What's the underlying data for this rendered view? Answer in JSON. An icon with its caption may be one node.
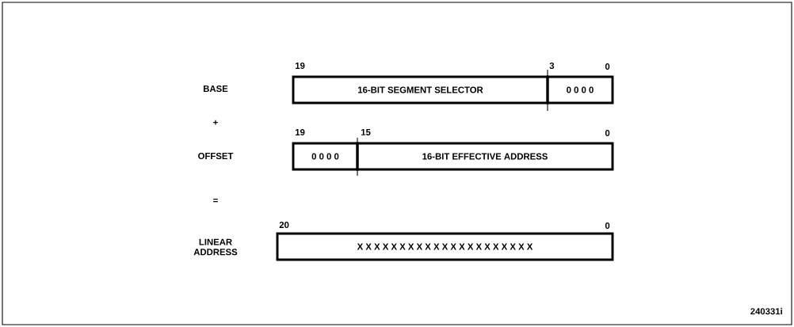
{
  "diagram": {
    "nodes": [
      {
        "text": [
          "16-BIT SEGMENT SELECTOR"
        ]
      },
      {
        "text": [
          "0 0 0 0"
        ]
      },
      {
        "text": [
          "0 0 0 0"
        ]
      },
      {
        "text": [
          "16-BIT EFFECTIVE ADDRESS"
        ]
      },
      {
        "text": [
          "X X X X X X X X X X X X X X X X X X X X X"
        ]
      }
    ],
    "labels": [
      "19",
      "3",
      "0",
      "BASE",
      "+",
      "19",
      "15",
      "0",
      "OFFSET",
      "=",
      "20",
      "0",
      "LINEAR ADDRESS",
      "240331i"
    ]
  }
}
